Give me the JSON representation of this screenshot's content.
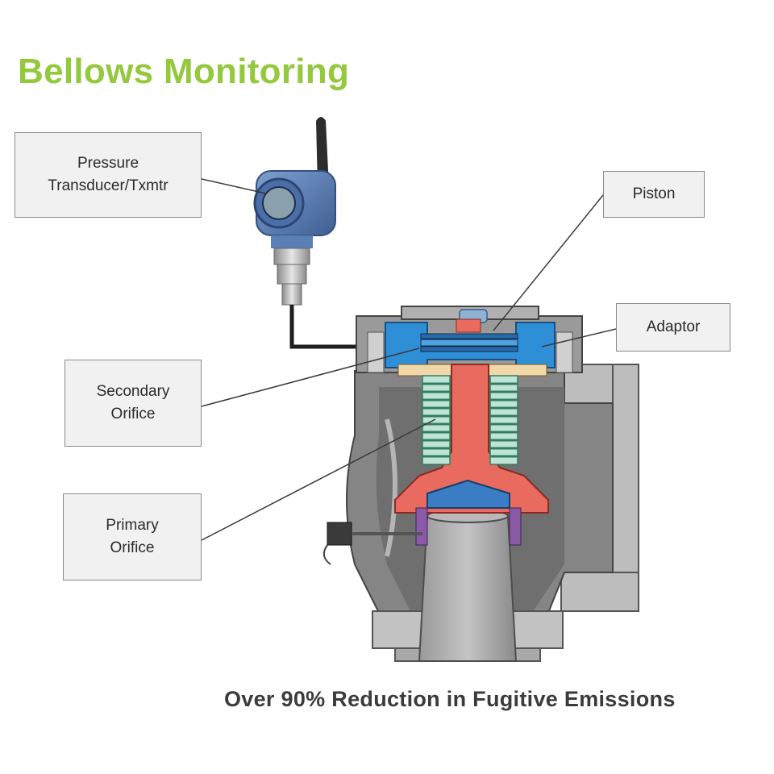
{
  "title": "Bellows Monitoring",
  "labels": {
    "pressure_transducer": "Pressure\nTransducer/Txmtr",
    "piston": "Piston",
    "adaptor": "Adaptor",
    "secondary_orifice": "Secondary\nOrifice",
    "primary_orifice": "Primary\nOrifice"
  },
  "footer": "Over 90% Reduction in Fugitive Emissions",
  "colors": {
    "title": "#94c93d",
    "adaptor_blue": "#2f8fd6",
    "piston_red": "#e96a5e",
    "bellows_green": "#5bb89a",
    "body_gray": "#8c8c8c",
    "transmitter_blue": "#5a7fb5"
  }
}
